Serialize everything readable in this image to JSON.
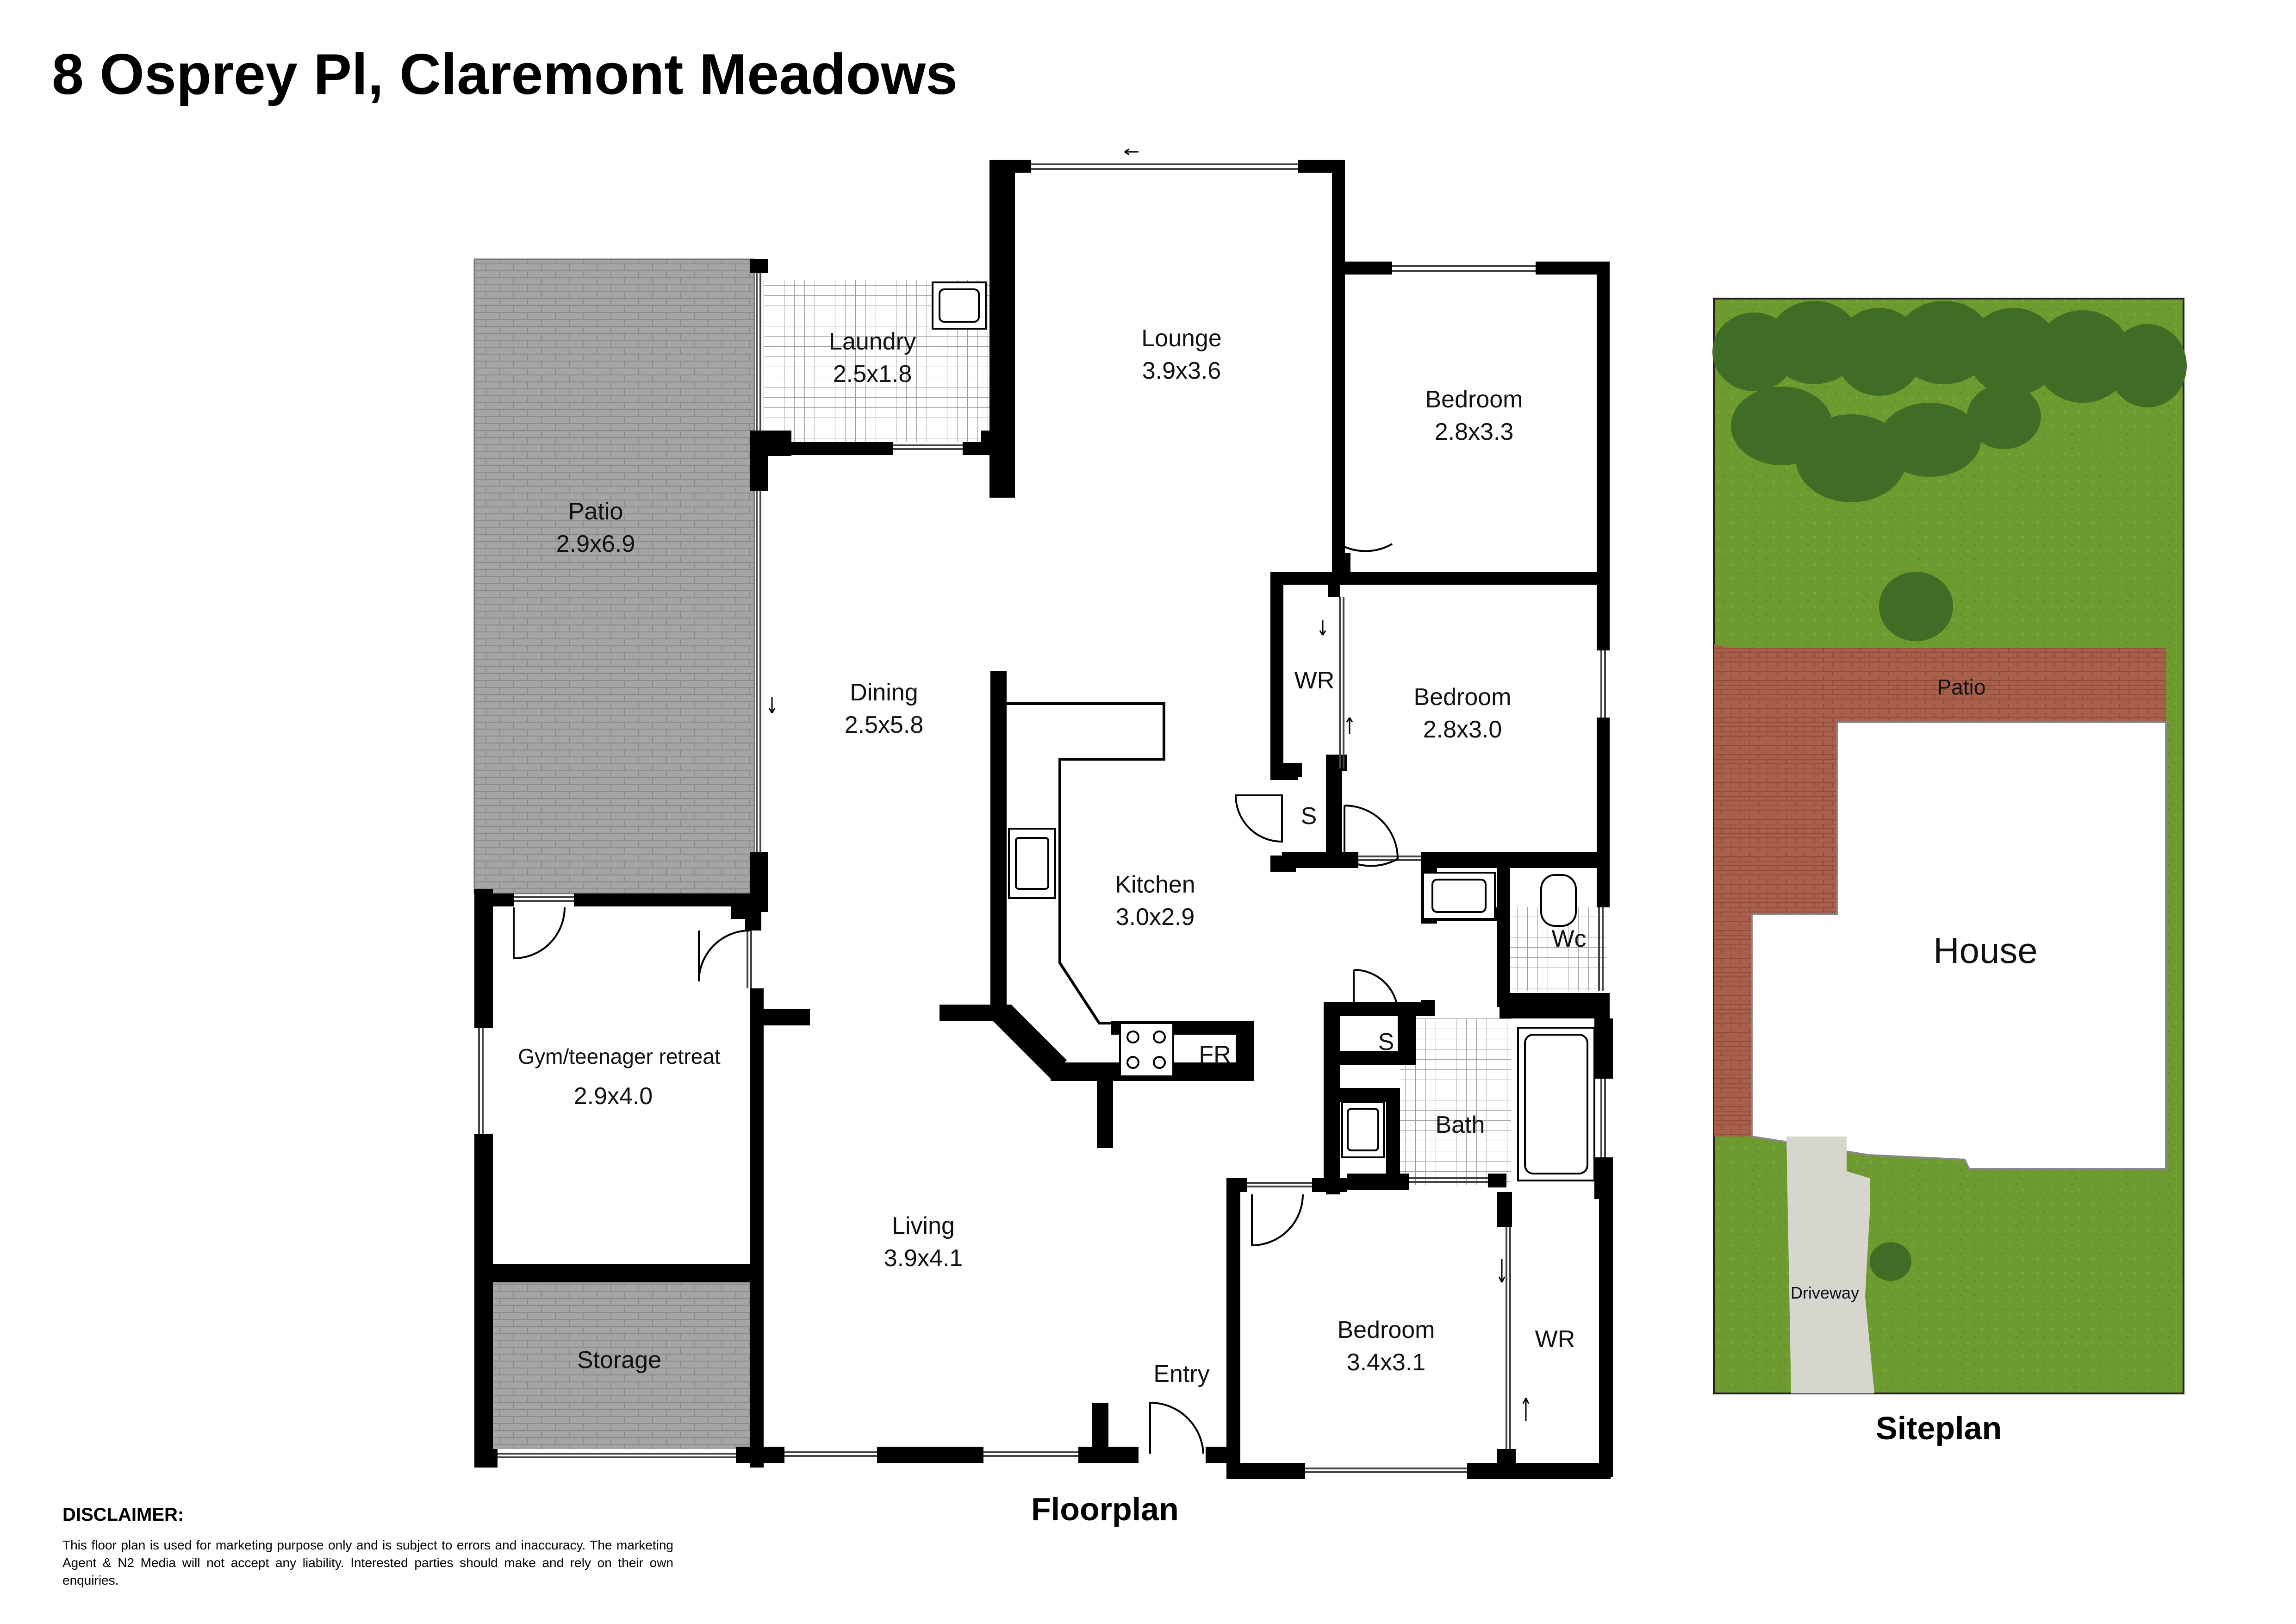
{
  "title": "8 Osprey Pl, Claremont Meadows",
  "rooms": {
    "laundry": {
      "name": "Laundry",
      "dims": "2.5x1.8"
    },
    "lounge": {
      "name": "Lounge",
      "dims": "3.9x3.6"
    },
    "bedroom1": {
      "name": "Bedroom",
      "dims": "2.8x3.3"
    },
    "patio": {
      "name": "Patio",
      "dims": "2.9x6.9"
    },
    "dining": {
      "name": "Dining",
      "dims": "2.5x5.8"
    },
    "bedroom2": {
      "name": "Bedroom",
      "dims": "2.8x3.0"
    },
    "kitchen": {
      "name": "Kitchen",
      "dims": "3.0x2.9"
    },
    "gym": {
      "name": "Gym/teenager retreat",
      "dims": "2.9x4.0"
    },
    "living": {
      "name": "Living",
      "dims": "3.9x4.1"
    },
    "storage": {
      "name": "Storage"
    },
    "bedroom3": {
      "name": "Bedroom",
      "dims": "3.4x3.1"
    },
    "bath": {
      "name": "Bath"
    },
    "entry": {
      "name": "Entry"
    }
  },
  "fixtures": {
    "wr_top": "WR",
    "wr_bottom": "WR",
    "wc": "Wc",
    "linen_s1": "S",
    "linen_s2": "S",
    "fridge": "FR"
  },
  "siteplan": {
    "patio": "Patio",
    "house": "House",
    "driveway": "Driveway"
  },
  "captions": {
    "floorplan": "Floorplan",
    "siteplan": "Siteplan"
  },
  "disclaimer": {
    "title": "DISCLAIMER:",
    "text": "This floor plan is used for marketing purpose only and is subject to errors and inaccuracy. The marketing Agent & N2 Media will not accept any liability. Interested parties should make and rely on their own enquiries."
  },
  "colors": {
    "wall": "#000000",
    "patio_tile": "#9a9a9a",
    "grass": "#6f9a2e",
    "brick": "#a65a46",
    "driveway": "#d4d4cc"
  }
}
